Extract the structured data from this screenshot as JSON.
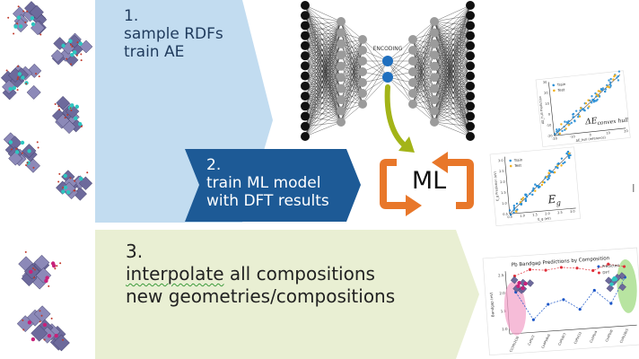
{
  "colors": {
    "step1_arrow": "#c2dcf0",
    "step2_arrow": "#1d5a96",
    "step3_arrow": "#e9efd3",
    "ml_cycle": "#e8772a",
    "encoding_node": "#1f6fbf",
    "curve": "#a3b418"
  },
  "step1": {
    "number": "1.",
    "line1": "sample RDFs",
    "line2": "train AE"
  },
  "step2": {
    "number": "2.",
    "line1": "train ML model",
    "line2": "with DFT results"
  },
  "step3": {
    "number": "3.",
    "line1_a": "interpolate",
    "line1_b": " all compositions",
    "line2": "new geometries/compositions"
  },
  "network": {
    "encoding_label": "ENCODING"
  },
  "ml_box": {
    "label": "ML"
  },
  "plot1": {
    "legend": [
      "Train",
      "Test"
    ],
    "annotation": "ΔE_convex hull",
    "xlabel": "ΔE_hull (reference)",
    "ylabel": "ΔE_hull Prediction",
    "ticks_x": [
      "-20",
      "-10",
      "0",
      "10",
      "20"
    ],
    "ticks_y": [
      "-20",
      "-10",
      "0",
      "10",
      "20",
      "30"
    ]
  },
  "plot2": {
    "legend": [
      "Train",
      "Test"
    ],
    "annotation": "E_g",
    "xlabel": "E_g (eV)",
    "ylabel": "E_g Prediction (eV)",
    "ticks_x": [
      "0.5",
      "1.0",
      "1.5",
      "2.0",
      "2.5",
      "3.0"
    ],
    "ticks_y": [
      "0.5",
      "1.0",
      "1.5",
      "2.0",
      "2.5",
      "3.0"
    ]
  },
  "plot3": {
    "title": "Pb Bandgap Predictions by Composition",
    "legend": [
      "Predicted",
      "DFT"
    ],
    "ylabel": "Bandgap (eV)",
    "ticks_y": [
      "1.0",
      "1.5",
      "2.0",
      "2.5"
    ],
    "categories": [
      "Cs3Pb2Cl9",
      "CsPbI3",
      "Cs4PbBr6",
      "CsPbBr3",
      "CsPbCl3",
      "Cs2PbI4",
      "Cs4PbI6",
      "CsPb2Br5"
    ]
  },
  "stray_mark": "I",
  "icons": [
    "crystal-structure-icon",
    "autoencoder-network-icon",
    "ml-cycle-icon",
    "molecule-cluster-icon"
  ]
}
